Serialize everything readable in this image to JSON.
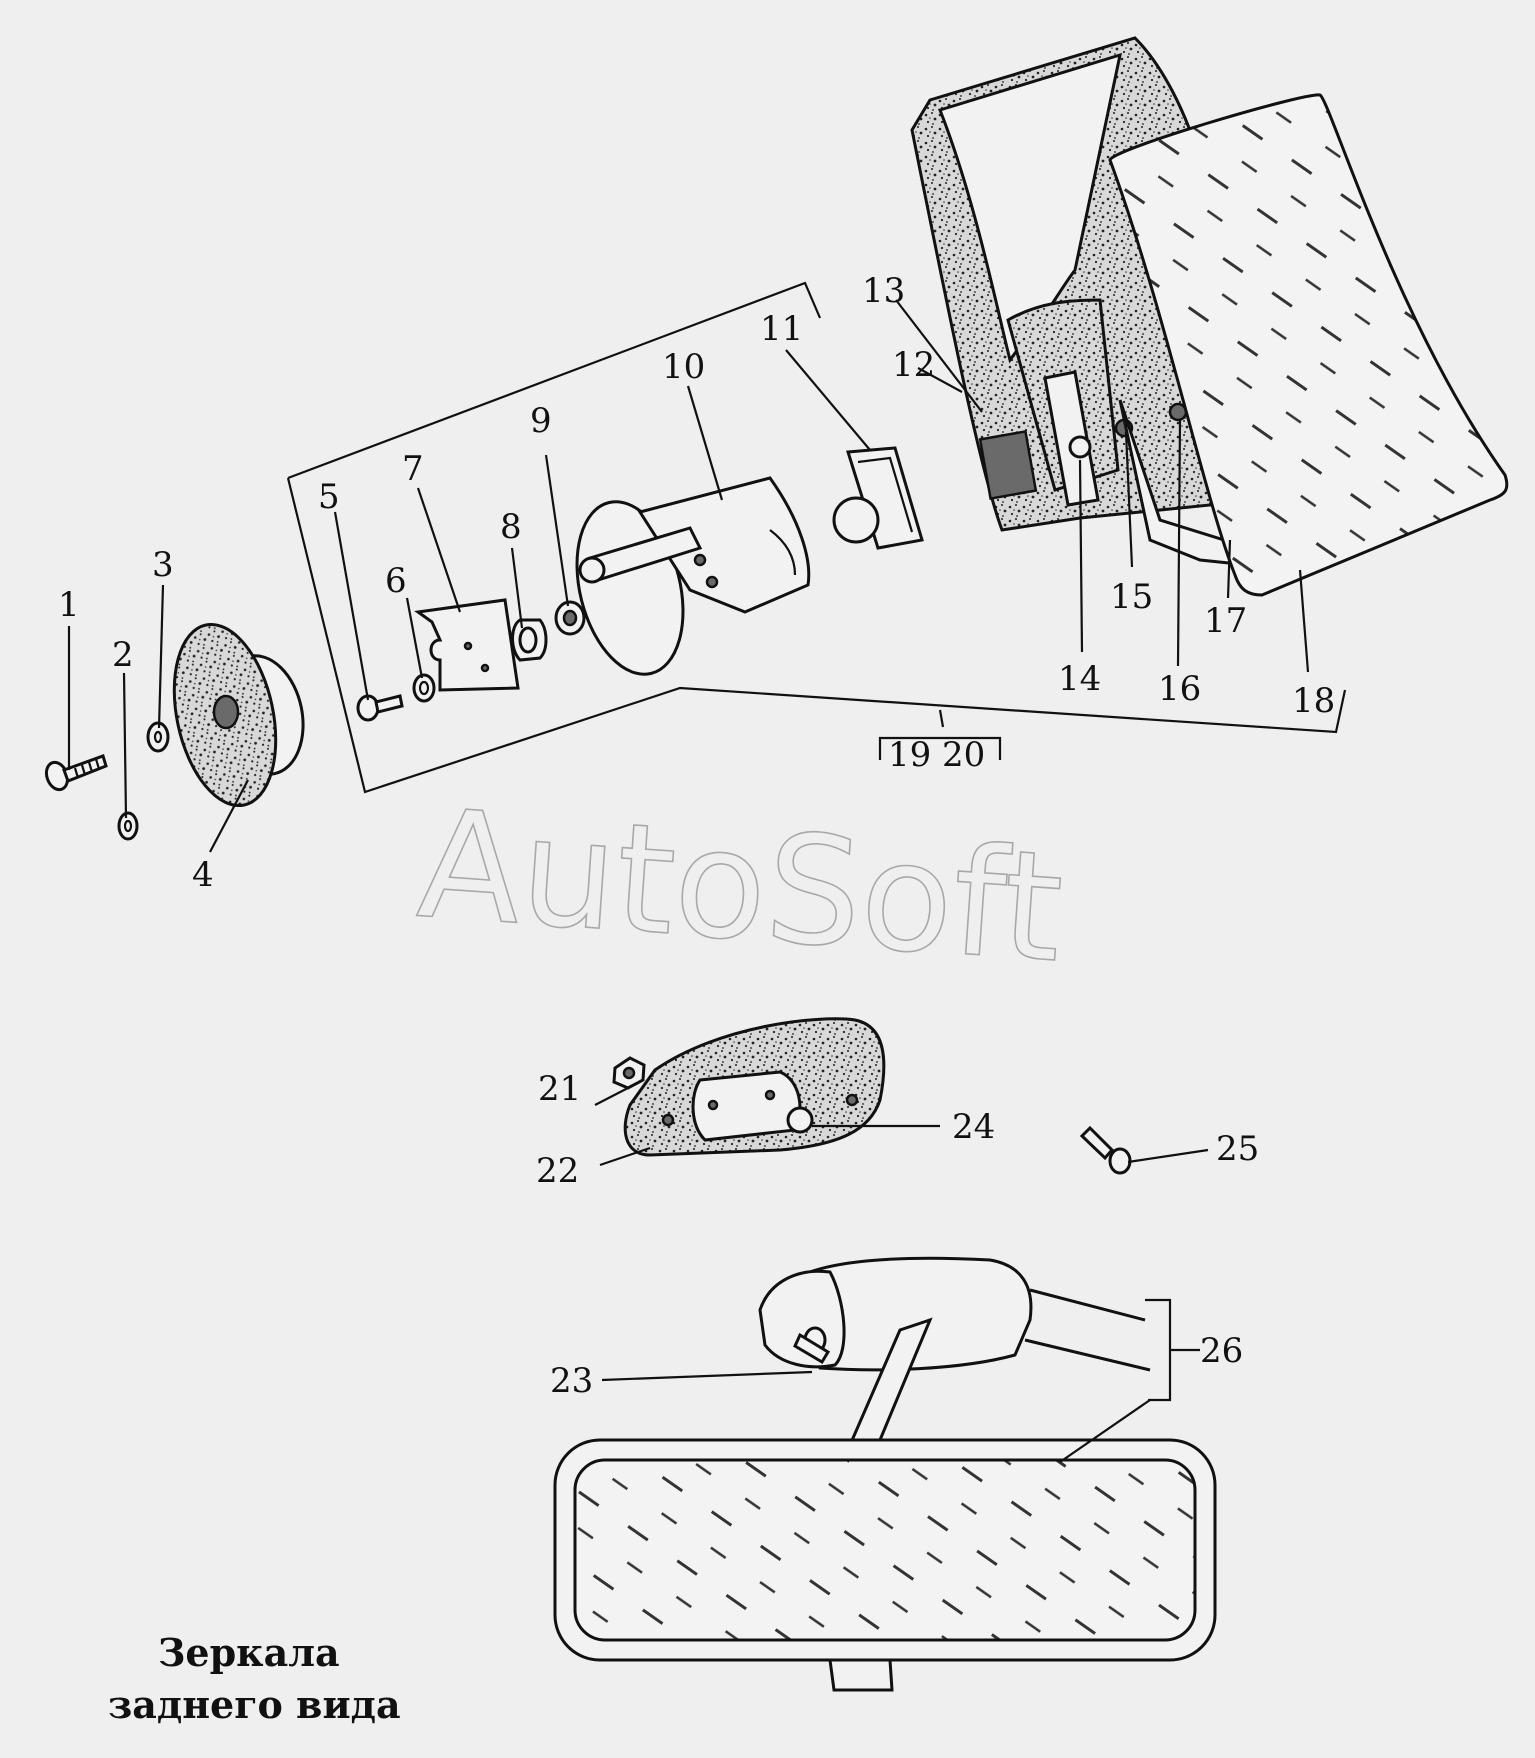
{
  "title": {
    "line1": "Зеркала",
    "line2": "заднего вида"
  },
  "watermark": "AutoSoft",
  "callouts": {
    "c1": "1",
    "c2": "2",
    "c3": "3",
    "c4": "4",
    "c5": "5",
    "c6": "6",
    "c7": "7",
    "c8": "8",
    "c9": "9",
    "c10": "10",
    "c11": "11",
    "c12": "12",
    "c13": "13",
    "c14": "14",
    "c15": "15",
    "c16": "16",
    "c17": "17",
    "c18": "18",
    "c19": "19",
    "c20": "20",
    "c21": "21",
    "c22": "22",
    "c23": "23",
    "c24": "24",
    "c25": "25",
    "c26": "26"
  },
  "colors": {
    "background": "#efefef",
    "line": "#111111",
    "watermark_outline": "#a8a8a8"
  }
}
